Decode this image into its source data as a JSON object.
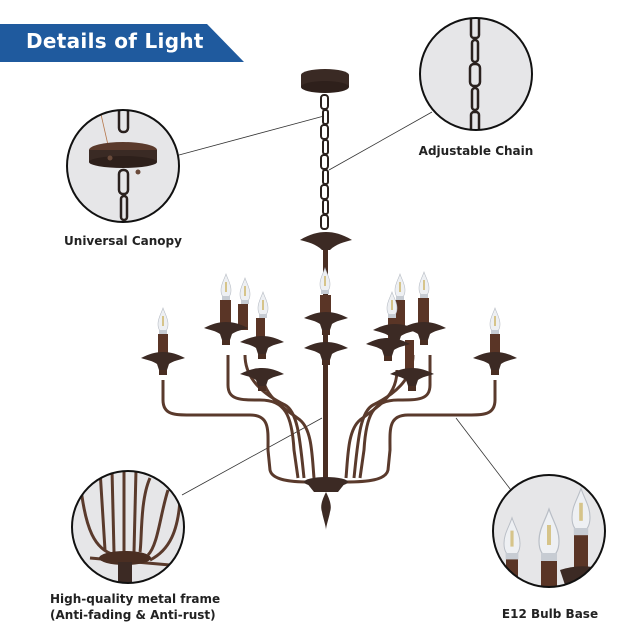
{
  "banner": {
    "title": "Details of Light",
    "color": "#1f5a9e"
  },
  "callouts": [
    {
      "id": "universal-canopy",
      "label": "Universal Canopy"
    },
    {
      "id": "adjustable-chain",
      "label": "Adjustable Chain"
    },
    {
      "id": "metal-frame",
      "label_line1": "High-quality metal frame",
      "label_line2": "(Anti-fading & Anti-rust)"
    },
    {
      "id": "bulb-base",
      "label": "E12 Bulb Base"
    }
  ],
  "product": {
    "name": "chandelier",
    "arm_count": 12,
    "finish_color": "#4a2e22"
  }
}
